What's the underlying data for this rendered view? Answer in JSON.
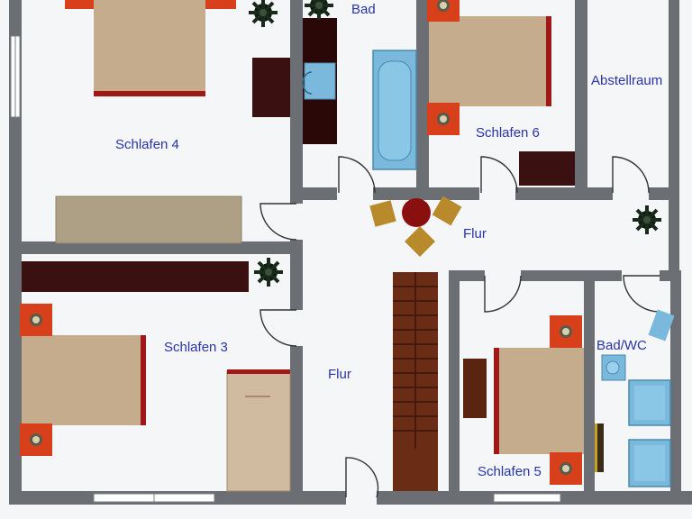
{
  "rooms": {
    "bad": "Bad",
    "abstellraum": "Abstellraum",
    "schlafen4": "Schlafen 4",
    "schlafen6": "Schlafen 6",
    "flur_upper": "Flur",
    "schlafen3": "Schlafen 3",
    "flur_lower": "Flur",
    "badwc": "Bad/WC",
    "schlafen5": "Schlafen 5"
  },
  "colors": {
    "wall": "#6b6f73",
    "floor": "#f4f6f8",
    "bed": "#c4ac8c",
    "bed_accent": "#a01818",
    "nightstand": "#d8401c",
    "cabinet": "#3a1010",
    "wardrobe": "#ada085",
    "sanitary": "#7ab8dc",
    "stairs": "#5a2410",
    "chair": "#b88a2c",
    "label": "#2a34a8"
  },
  "icons": {
    "plant": "plant-icon",
    "lamp": "lamp-icon",
    "door": "door-swing-icon"
  }
}
